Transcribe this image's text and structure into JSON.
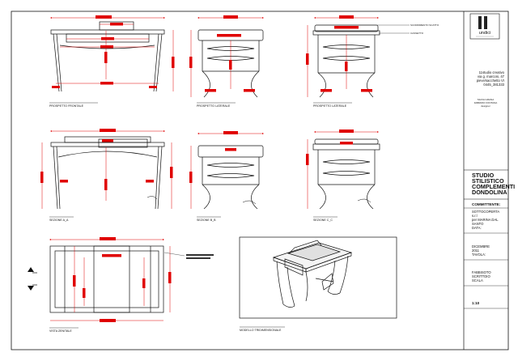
{
  "colors": {
    "dimension": "#e00000",
    "line": "#111111",
    "paper": "#ffffff"
  },
  "views": {
    "front": {
      "label": "PROSPETTO FRONTALE"
    },
    "side_left": {
      "label": "PROSPETTO LATERALE"
    },
    "side_right": {
      "label": "PROSPETTO LATERALE"
    },
    "section_a": {
      "label": "SEZIONE A_A"
    },
    "section_b": {
      "label": "SEZIONE B_B"
    },
    "section_c": {
      "label": "SEZIONE C_C"
    },
    "top": {
      "label": "VISTA ZENITALE"
    },
    "model_3d": {
      "label": "MODELLO TRIDIMENSIONALE"
    }
  },
  "notes": {
    "side_top": "SCORRIMENTO SCATTO",
    "side_mid": "CASSETTO"
  },
  "title_block": {
    "logo_text": "undici",
    "studio_address": [
      "11studio creativo",
      "via g. marconi, 47",
      "pieve/sacchetto VI",
      "0445_381333"
    ],
    "designers": [
      "SILVIA GRANA",
      "FABRIZIO FONTANA",
      "designer"
    ],
    "project_title": [
      "STUDIO",
      "STILISTICO",
      "COMPLEMENTI",
      "DONDOLINA"
    ],
    "client_heading": "COMMITTENTE:",
    "client_lines": [
      "SOTTOCOPERTA",
      "s.r.l",
      "per MARINA DAL",
      "SANTO"
    ],
    "date_heading": "DATA:",
    "date_lines": [
      "DICEMBRE",
      "2011"
    ],
    "sheet_heading": "TAVOLA:",
    "sheet_lines": [
      "FABBISOTO",
      "SCRITTOIO"
    ],
    "scale_heading": "SCALA",
    "scale_value": "1:10"
  }
}
